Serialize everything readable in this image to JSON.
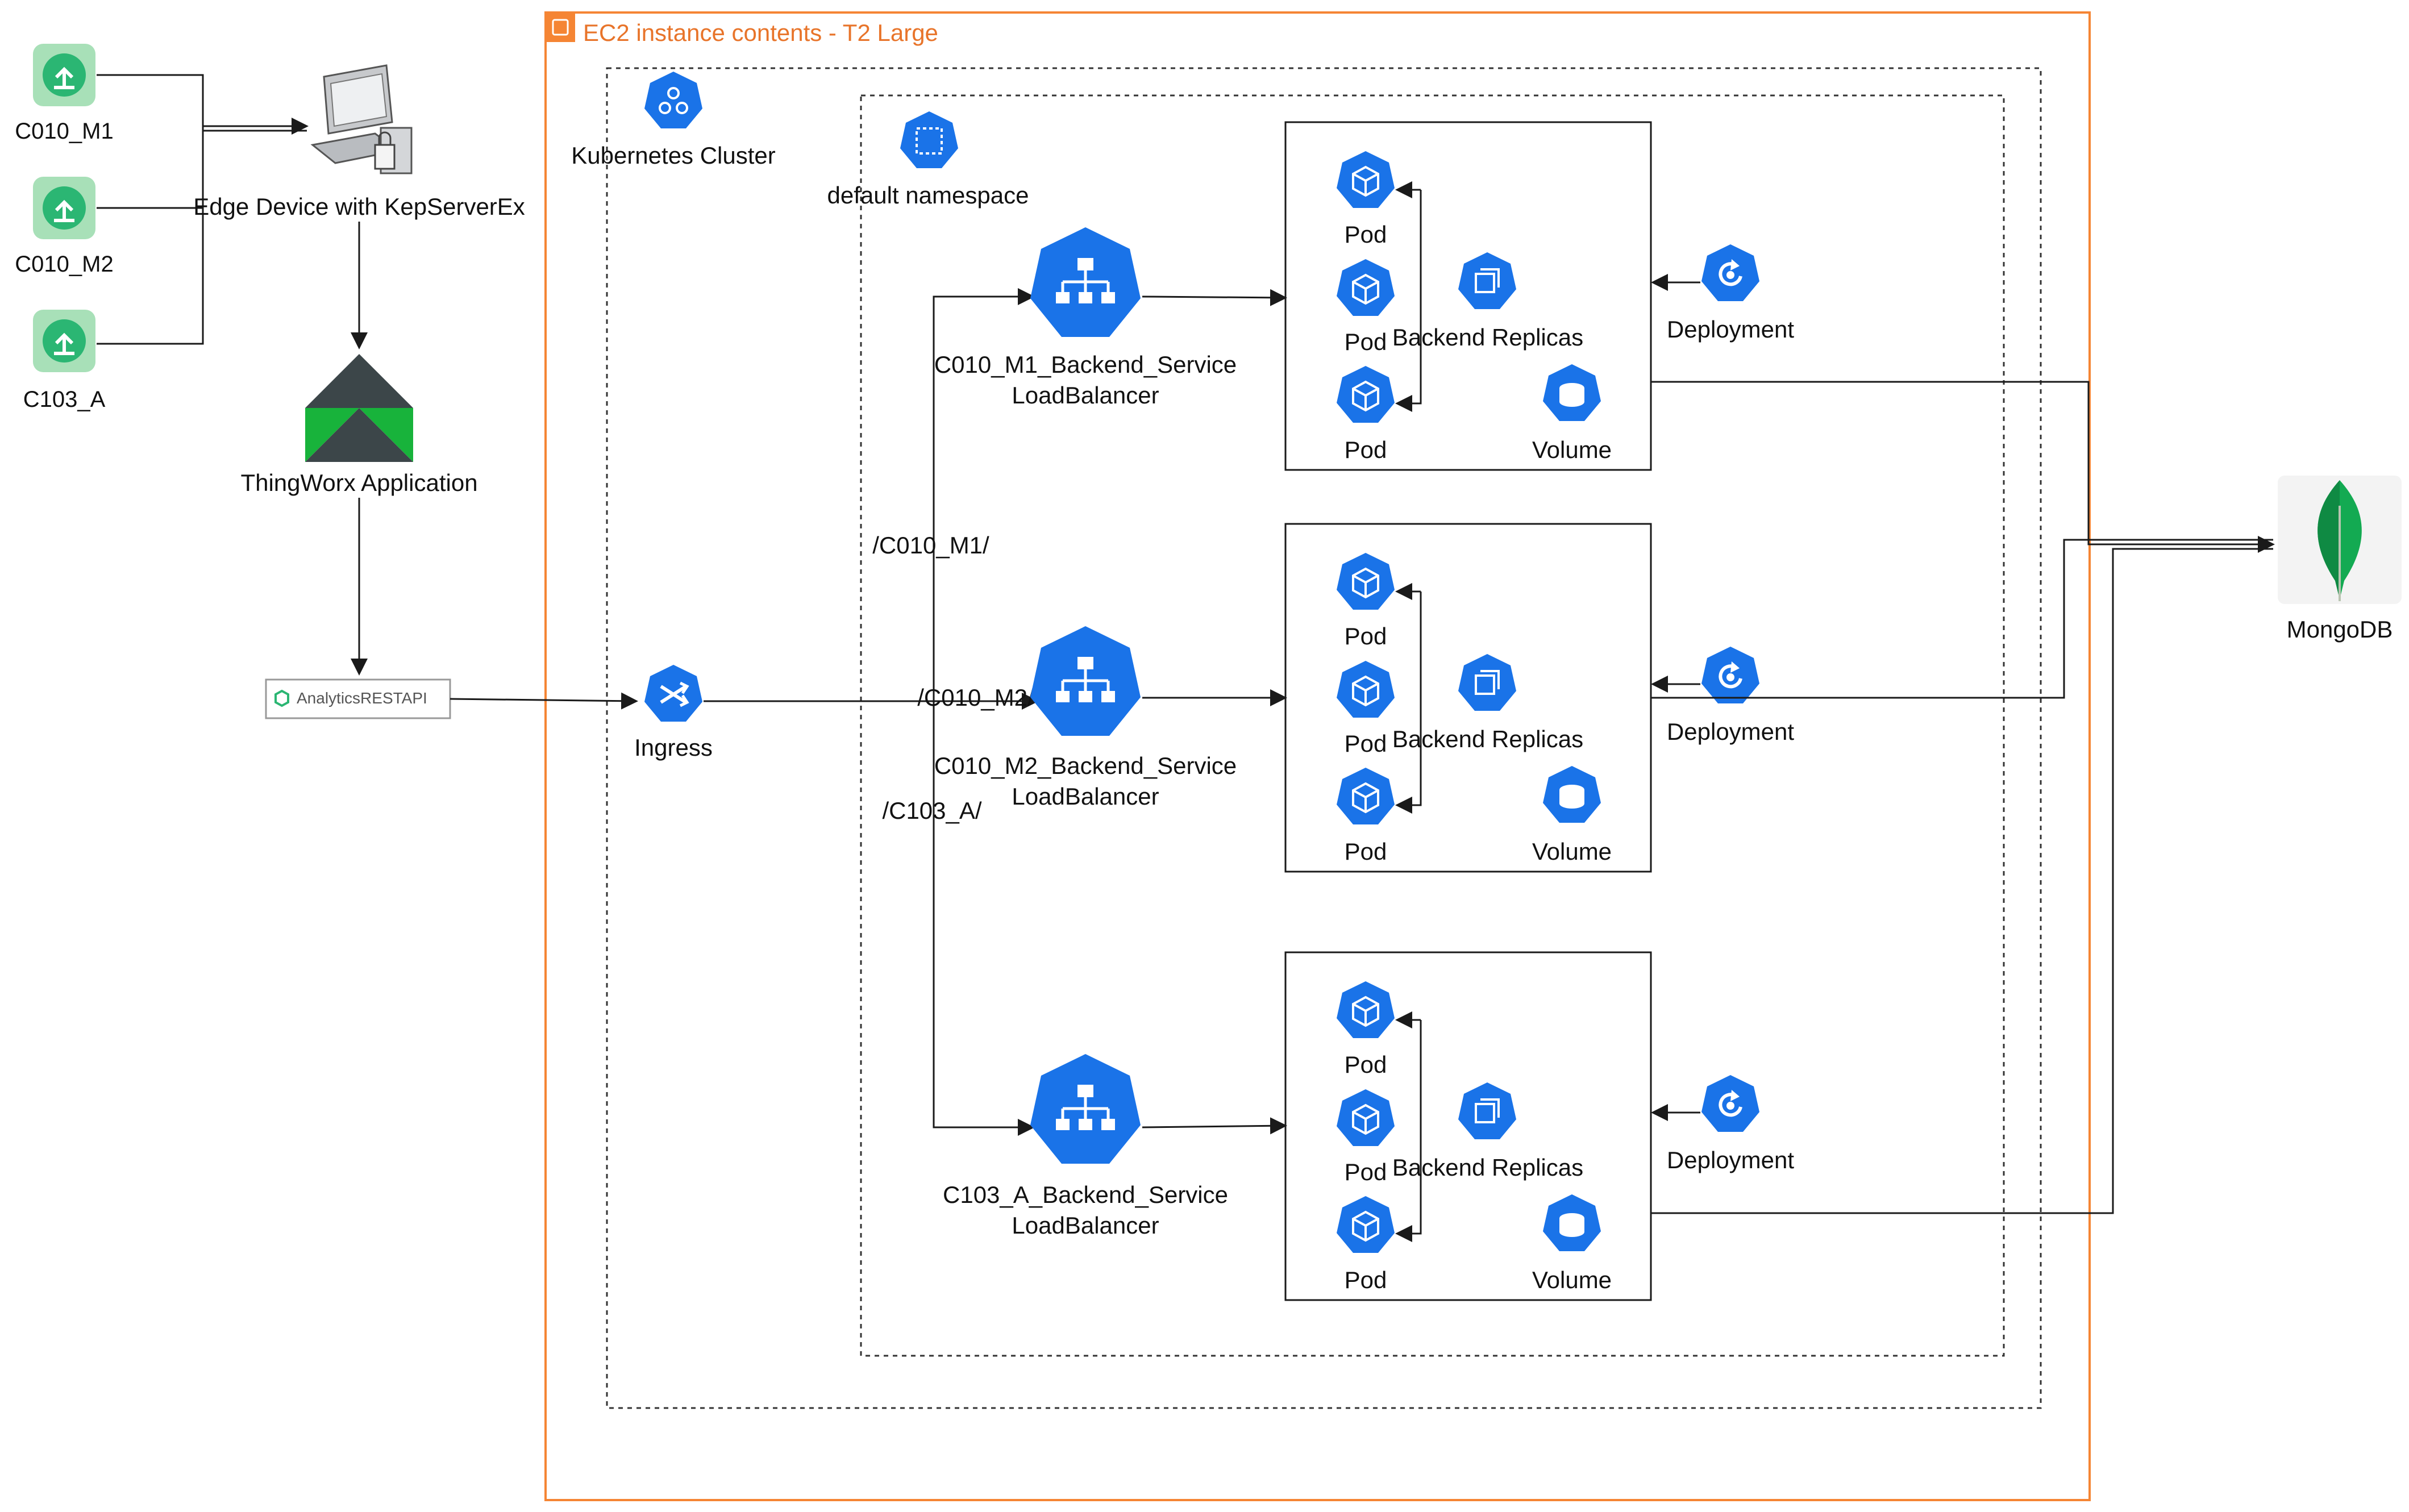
{
  "colors": {
    "k8s_blue": "#1a73e8",
    "aws_orange": "#f58534",
    "sensor_green": "#2bb673",
    "sensor_bg": "#a8e0b8",
    "thingworx_dark": "#3c4649",
    "thingworx_green": "#18b33b",
    "mongo_green": "#13aa52",
    "line": "#1a1a1a"
  },
  "ec2": {
    "title": "EC2 instance contents - T2 Large",
    "icon": "ec2-chip-icon"
  },
  "cluster": {
    "label": "Kubernetes Cluster",
    "icon": "kubernetes-cluster-icon"
  },
  "namespace": {
    "label": "default namespace",
    "icon": "namespace-icon"
  },
  "devices": [
    {
      "label": "C010_M1",
      "icon": "iot-sensor-icon"
    },
    {
      "label": "C010_M2",
      "icon": "iot-sensor-icon"
    },
    {
      "label": "C103_A",
      "icon": "iot-sensor-icon"
    }
  ],
  "edge": {
    "label": "Edge Device with KepServerEx",
    "icon": "edge-computer-icon"
  },
  "thingworx": {
    "label": "ThingWorx Application",
    "icon": "thingworx-logo-icon"
  },
  "api": {
    "label": "AnalyticsRESTAPI",
    "icon": "api-hexagon-icon"
  },
  "ingress": {
    "label": "Ingress",
    "icon": "ingress-icon"
  },
  "routes": [
    "/C010_M1/",
    "/C010_M2/",
    "/C103_A/"
  ],
  "services": [
    {
      "name": "C010_M1_Backend_Service",
      "type": "LoadBalancer"
    },
    {
      "name": "C010_M2_Backend_Service",
      "type": "LoadBalancer"
    },
    {
      "name": "C103_A_Backend_Service",
      "type": "LoadBalancer"
    }
  ],
  "replica_group": {
    "pod_label": "Pod",
    "replicas_label": "Backend Replicas",
    "volume_label": "Volume",
    "deployment_label": "Deployment"
  },
  "mongodb": {
    "label": "MongoDB",
    "icon": "mongodb-leaf-icon"
  }
}
